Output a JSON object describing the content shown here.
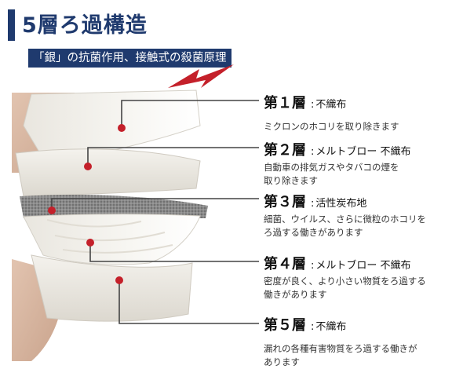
{
  "header": {
    "title": "5層ろ過構造",
    "subtitle": "「銀」の抗菌作用、接触式の殺菌原理"
  },
  "colors": {
    "brand": "#1f3a6e",
    "accent_red": "#c4202a",
    "connector": "#444444"
  },
  "layers": [
    {
      "title": "第１層",
      "separator": ":",
      "name": "不織布",
      "desc": "ミクロンのホコリを取り除きます"
    },
    {
      "title": "第２層",
      "separator": ":",
      "name": "メルトブロー 不織布",
      "desc": "自動車の排気ガスやタバコの煙を\n取り除きます"
    },
    {
      "title": "第３層",
      "separator": ":",
      "name": "活性炭布地",
      "desc": "細菌、ウイルス、さらに微粒のホコリを\nろ過する働きがあります"
    },
    {
      "title": "第４層",
      "separator": ":",
      "name": "メルトブロー 不織布",
      "desc": "密度が良く、より小さい物質をろ過する\n働きがあります"
    },
    {
      "title": "第５層",
      "separator": ":",
      "name": "不織布",
      "desc": "漏れの各種有害物質をろ過する働きが\nあります"
    }
  ]
}
